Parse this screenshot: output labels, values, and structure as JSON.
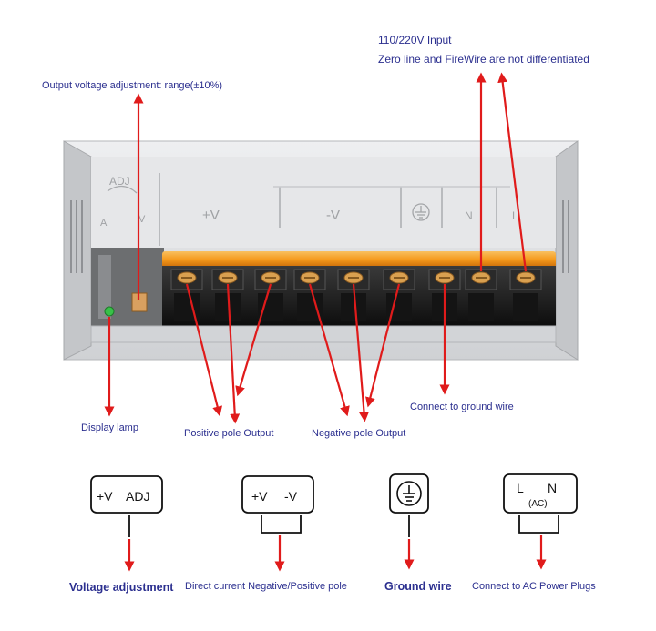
{
  "labels": {
    "input_line1": "110/220V Input",
    "input_line2": "Zero line and  FireWire are not differentiated",
    "output_adj": "Output voltage adjustment: range(±10%)",
    "display_lamp": "Display lamp",
    "positive_output": "Positive pole Output",
    "negative_output": "Negative pole Output",
    "ground_connect": "Connect to ground wire"
  },
  "device": {
    "adj_label": "ADJ",
    "a_label": "A",
    "v_label": "V",
    "plus_v": "+V",
    "minus_v": "-V",
    "n_label": "N",
    "l_label": "L"
  },
  "icons": [
    {
      "name": "voltage-adjust",
      "text1": "+V",
      "text2": "ADJ",
      "caption": "Voltage adjustment"
    },
    {
      "name": "dc-poles",
      "text1": "+V",
      "text2": "-V",
      "caption": "Direct current Negative/Positive pole"
    },
    {
      "name": "ground",
      "caption": "Ground wire"
    },
    {
      "name": "ac-plugs",
      "text1": "L",
      "text2": "N",
      "text3": "(AC)",
      "caption": "Connect to AC Power Plugs"
    }
  ],
  "colors": {
    "arrow": "#e01b1b",
    "text": "#2b2f8f",
    "terminal": "#1a1a1a",
    "orange_cover": "#f5a020",
    "metal": "#d9dadc"
  }
}
